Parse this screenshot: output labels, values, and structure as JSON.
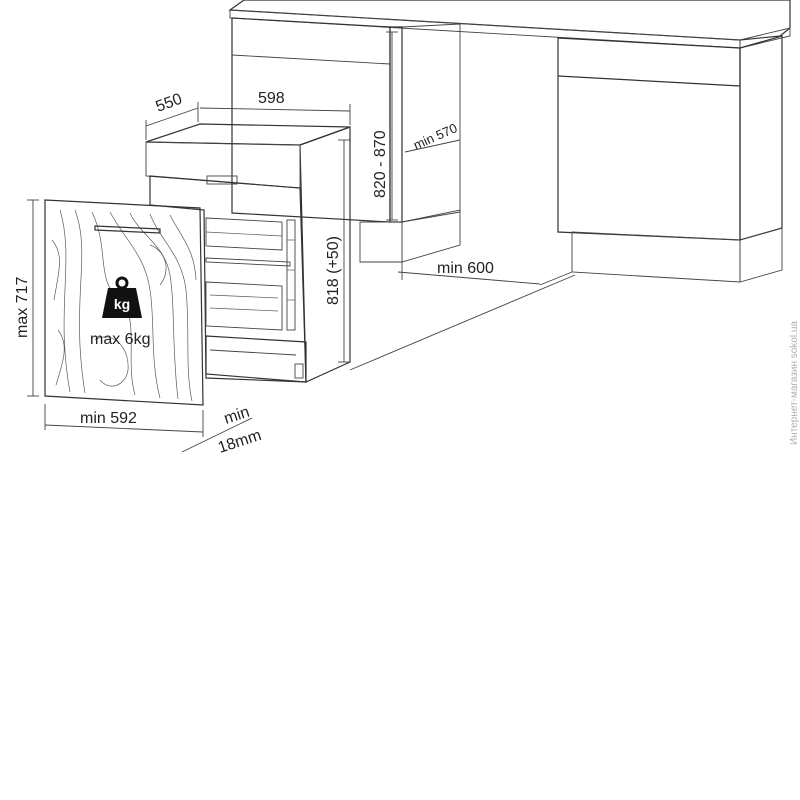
{
  "colors": {
    "line": "#333333",
    "plinth": "#d9d7d4",
    "panel": "#ffffff",
    "counter_edge": "#c8c8c8",
    "top_bar": "#c9c9c9",
    "watermark": "#b0b0b0"
  },
  "icons": [
    "weight-icon"
  ],
  "dimensions": {
    "depth": "550",
    "width": "598",
    "niche_height": "820 - 870",
    "plinth_depth": "min 570",
    "machine_height": "818 (+50)",
    "gap_width": "min 600",
    "door_height": "max 717",
    "door_width": "min 592",
    "door_thickness_min": "min",
    "door_thickness_value": "18mm"
  },
  "weight": {
    "icon_label": "kg",
    "limit": "max 6kg"
  },
  "watermark": "Интернет-магазин sokol.ua"
}
